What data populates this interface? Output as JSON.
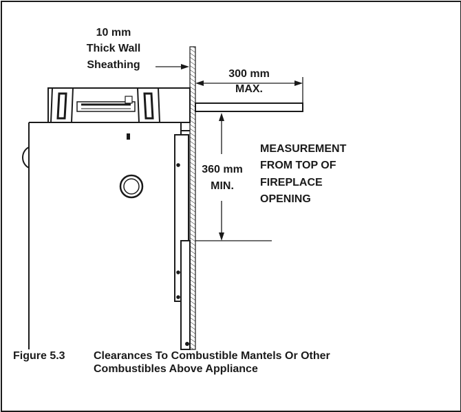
{
  "diagram": {
    "sheathing_label": [
      "10 mm",
      "Thick Wall",
      "Sheathing"
    ],
    "depth_label": [
      "300 mm",
      "MAX."
    ],
    "height_label": [
      "360 mm",
      "MIN."
    ],
    "measurement_note": [
      "MEASUREMENT",
      "FROM TOP OF",
      "FIREPLACE",
      "OPENING"
    ]
  },
  "caption": {
    "number": "Figure 5.3",
    "line1": "Clearances To Combustible Mantels Or Other",
    "line2": "Combustibles Above Appliance"
  },
  "colors": {
    "ink": "#1a1a1a",
    "background": "#ffffff"
  }
}
